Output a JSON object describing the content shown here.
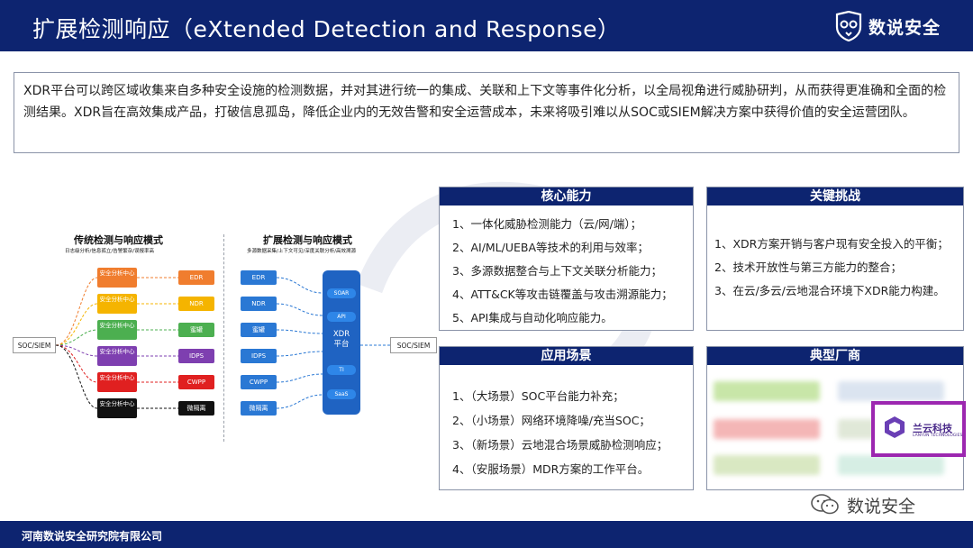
{
  "header": {
    "title": "扩展检测响应（eXtended Detection and Response）",
    "logo_text": "数说安全"
  },
  "intro": {
    "text": "XDR平台可以跨区域收集来自多种安全设施的检测数据，并对其进行统一的集成、关联和上下文等事件化分析，以全局视角进行威胁研判，从而获得更准确和全面的检测结果。XDR旨在高效集成产品，打破信息孤岛，降低企业内的无效告警和安全运营成本，未来将吸引难以从SOC或SIEM解决方案中获得价值的安全运营团队。"
  },
  "diagram": {
    "traditional": {
      "title": "传统检测与响应模式",
      "subtitle": "日志级分析/信息孤立/告警繁杂/误报率高",
      "soc": "SOC/SIEM",
      "analysis_label": "安全分析中心",
      "devices": [
        {
          "label": "EDR",
          "color": "#f07d2e"
        },
        {
          "label": "NDR",
          "color": "#f5b400"
        },
        {
          "label": "蜜罐",
          "color": "#4caf50"
        },
        {
          "label": "IDPS",
          "color": "#7e3fb0"
        },
        {
          "label": "CWPP",
          "color": "#e02020"
        },
        {
          "label": "微隔离",
          "color": "#111111"
        }
      ]
    },
    "extended": {
      "title": "扩展检测与响应模式",
      "subtitle": "多源数据采集/上下文可见/深度关联分析/高效溯源",
      "devices": [
        "EDR",
        "NDR",
        "蜜罐",
        "IDPS",
        "CWPP",
        "微隔离"
      ],
      "xdr_label_1": "XDR",
      "xdr_label_2": "平台",
      "tags": [
        "SOAR",
        "API",
        "TI",
        "SaaS"
      ],
      "soc": "SOC/SIEM"
    }
  },
  "panels": {
    "core": {
      "title": "核心能力",
      "items": [
        "1、一体化威胁检测能力（云/网/端）；",
        "2、AI/ML/UEBA等技术的利用与效率；",
        "3、多源数据整合与上下文关联分析能力；",
        "4、ATT&CK等攻击链覆盖与攻击溯源能力；",
        "5、API集成与自动化响应能力。"
      ]
    },
    "challenges": {
      "title": "关键挑战",
      "items": [
        "1、XDR方案开销与客户现有安全投入的平衡；",
        "2、技术开放性与第三方能力的整合；",
        "3、在云/多云/云地混合环境下XDR能力构建。"
      ]
    },
    "scenarios": {
      "title": "应用场景",
      "items": [
        "1、（大场景）SOC平台能力补充；",
        "2、（小场景）网络环境降噪/充当SOC；",
        "3、（新场景）云地混合场景威胁检测响应；",
        "4、（安服场景）MDR方案的工作平台。"
      ]
    },
    "vendors": {
      "title": "典型厂商",
      "highlight_name": "兰云科技",
      "highlight_sub": "LANYUN TECHNOLOGIES"
    }
  },
  "wechat": {
    "label": "数说安全"
  },
  "footer": {
    "text": "河南数说安全研究院有限公司"
  },
  "colors": {
    "navy": "#0d2470",
    "xdr_blue": "#1f63c2",
    "highlight": "#9c27b0"
  }
}
